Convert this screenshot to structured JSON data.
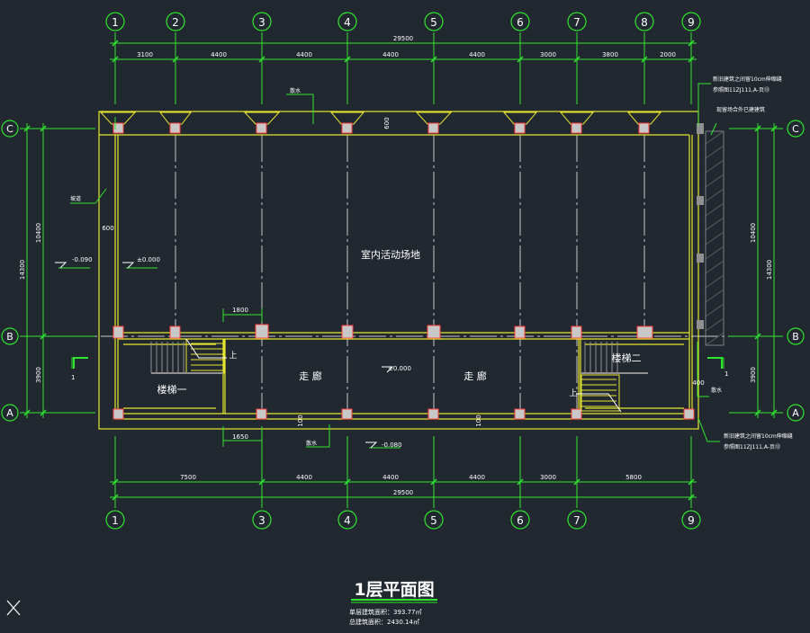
{
  "colors": {
    "background": "#212830",
    "dimension": "#2ee62e",
    "wall": "#e6e62e",
    "column_fill": "#c8c8c8",
    "column_edge": "#ff4040",
    "axis_dash": "#c8c8c8",
    "text": "#ffffff",
    "hatch": "#808080"
  },
  "grid": {
    "top_axes": [
      "1",
      "2",
      "3",
      "4",
      "5",
      "6",
      "7",
      "8",
      "9"
    ],
    "bottom_axes": [
      "1",
      "3",
      "4",
      "5",
      "6",
      "7",
      "9"
    ],
    "rows": [
      "C",
      "B",
      "A"
    ]
  },
  "dims": {
    "top_total": "29500",
    "top_spans": [
      "3100",
      "4400",
      "4400",
      "4400",
      "4400",
      "3000",
      "3800",
      "2000"
    ],
    "bottom_total": "29500",
    "bottom_spans": [
      "7500",
      "4400",
      "4400",
      "4400",
      "3000",
      "5800"
    ],
    "left_total": "14300",
    "left_spans": [
      "10400",
      "3900"
    ],
    "right_total": "14300",
    "right_spans": [
      "10400",
      "3900"
    ],
    "stair1_width": "1800",
    "stair1_bottom": "1650",
    "wall_offset": "600",
    "beam_offset": "600",
    "small_a": "100",
    "small_b": "100",
    "right_small": "400"
  },
  "labels": {
    "activity": "室内活动场地",
    "corridor_1": "走 廊",
    "corridor_2": "走 廊",
    "stair_1": "楼梯一",
    "stair_2": "楼梯二",
    "up_1": "上",
    "up_2": "上",
    "level_1": "±0.000",
    "level_2": "±0.000",
    "level_3": "-0.090",
    "level_4": "-0.080",
    "note_top": "散水",
    "note_left": "坡道",
    "note_bottom": "散水",
    "note_right_1a": "新旧建筑之间留10cm伸缩缝",
    "note_right_1b": "参照图11ZJ111,A-页⑬",
    "note_right_2": "现留场合外已建建筑",
    "note_right_3": "散水",
    "note_right_4a": "新旧建筑之间留10cm伸缩缝",
    "note_right_4b": "参照图11ZJ111,A-页⑬",
    "section_left": "1",
    "section_right": "1"
  },
  "footer": {
    "title": "1层平面图",
    "area_1": "单层建筑面积：393.77㎡",
    "area_2": "总建筑面积：2430.14㎡"
  },
  "icons": {
    "ucs": "close-icon"
  }
}
